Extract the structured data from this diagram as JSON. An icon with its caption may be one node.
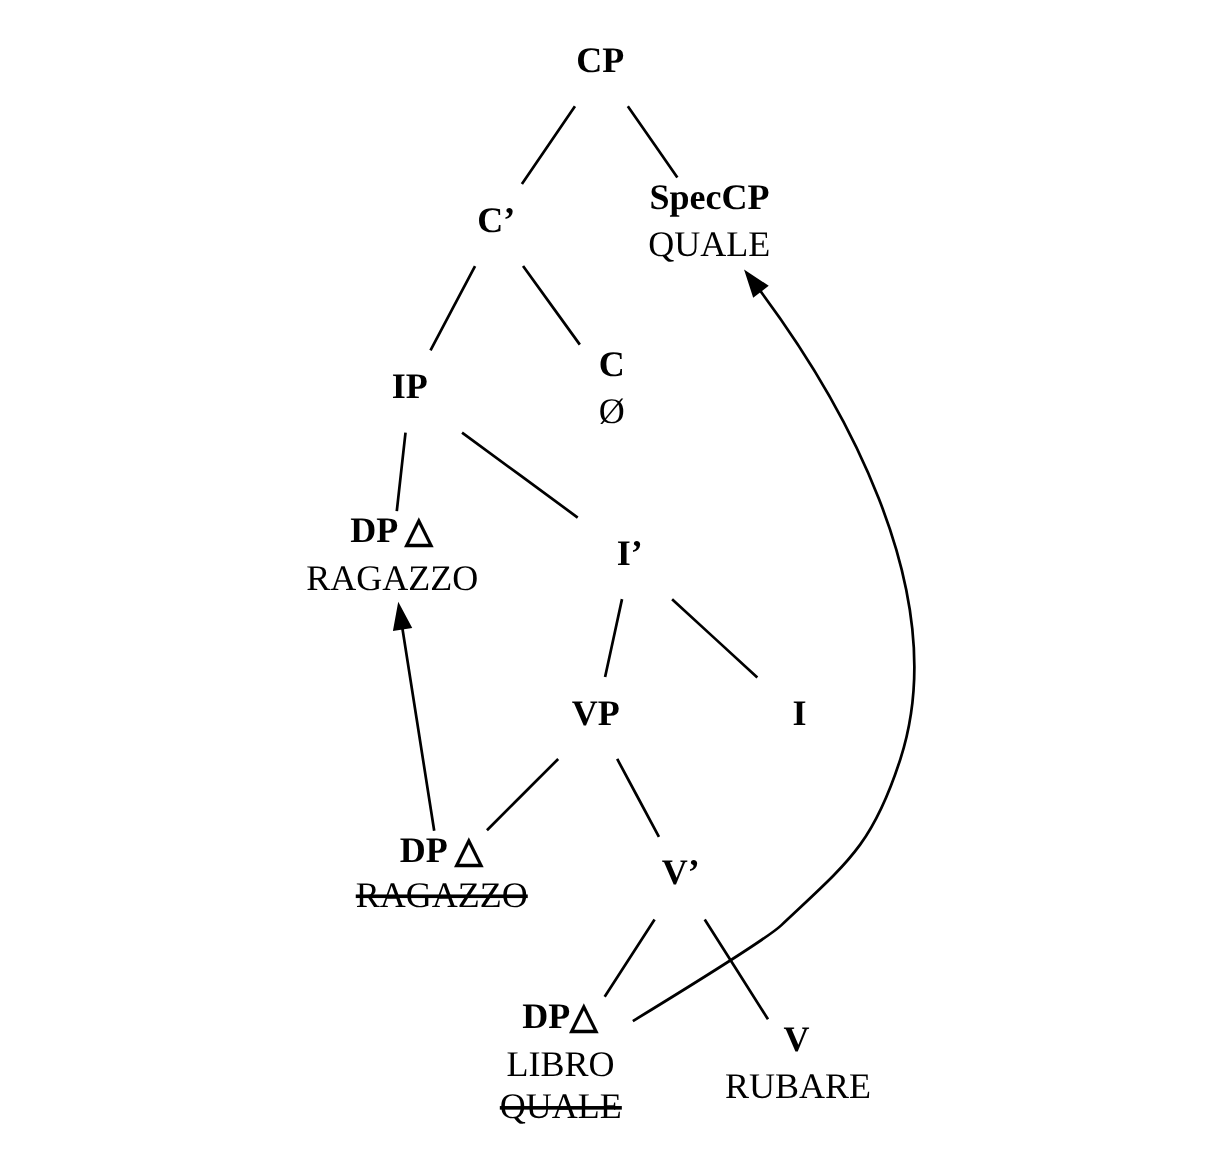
{
  "diagram": {
    "nodes": [
      {
        "text": [
          "CP"
        ]
      },
      {
        "text": [
          "C’"
        ]
      },
      {
        "text": [
          "SpecCP",
          "QUALE"
        ]
      },
      {
        "text": [
          "IP"
        ]
      },
      {
        "text": [
          "C",
          "Ø"
        ]
      },
      {
        "text": [
          "DP △",
          "RAGAZZO"
        ]
      },
      {
        "text": [
          "I’"
        ]
      },
      {
        "text": [
          "VP"
        ]
      },
      {
        "text": [
          "I"
        ]
      },
      {
        "text": [
          "DP △",
          "RAGAZZO"
        ]
      },
      {
        "text": [
          "V’"
        ]
      },
      {
        "text": [
          "DP△",
          "LIBRO",
          "QUALE"
        ]
      },
      {
        "text": [
          "V",
          "RUBARE"
        ]
      }
    ],
    "edges": [
      {
        "from": 0,
        "to": 1,
        "arrow": "none"
      },
      {
        "from": 0,
        "to": 2,
        "arrow": "none"
      },
      {
        "from": 1,
        "to": 3,
        "arrow": "none"
      },
      {
        "from": 1,
        "to": 4,
        "arrow": "none"
      },
      {
        "from": 3,
        "to": 5,
        "arrow": "none"
      },
      {
        "from": 3,
        "to": 6,
        "arrow": "none"
      },
      {
        "from": 6,
        "to": 7,
        "arrow": "none"
      },
      {
        "from": 6,
        "to": 8,
        "arrow": "none"
      },
      {
        "from": 7,
        "to": 9,
        "arrow": "none"
      },
      {
        "from": 7,
        "to": 10,
        "arrow": "none"
      },
      {
        "from": 10,
        "to": 11,
        "arrow": "none"
      },
      {
        "from": 10,
        "to": 12,
        "arrow": "none"
      },
      {
        "from": 9,
        "to": 5,
        "arrow": "to"
      },
      {
        "from": 11,
        "to": 2,
        "arrow": "to"
      }
    ]
  }
}
